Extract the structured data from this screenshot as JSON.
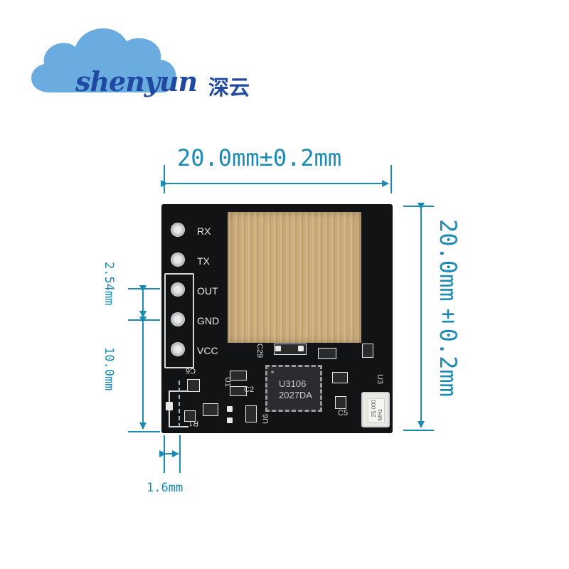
{
  "logo": {
    "brand": "shenyun",
    "brand_cn": "深云",
    "cloud_color": "#5ba3dd",
    "text_color": "#1f4aa0"
  },
  "dimensions": {
    "width_label": "20.0mm±0.2mm",
    "height_label": "20.0mm±0.2mm",
    "pin_pitch_label": "2.54mm",
    "pin_span_label": "10.0mm",
    "edge_offset_label": "1.6mm",
    "color": "#1a8bb5"
  },
  "board": {
    "pins": [
      "RX",
      "TX",
      "OUT",
      "GND",
      "VCC"
    ],
    "chip_line1": "U3106",
    "chip_line2": "2027DA",
    "crystal_line1": "25.000",
    "crystal_line2": "MHz",
    "silk_labels": [
      "C29",
      "C2",
      "U1",
      "C5",
      "U3",
      "U6",
      "C6",
      "R1"
    ],
    "shield_color": "#c8a878",
    "board_color": "#121314"
  }
}
